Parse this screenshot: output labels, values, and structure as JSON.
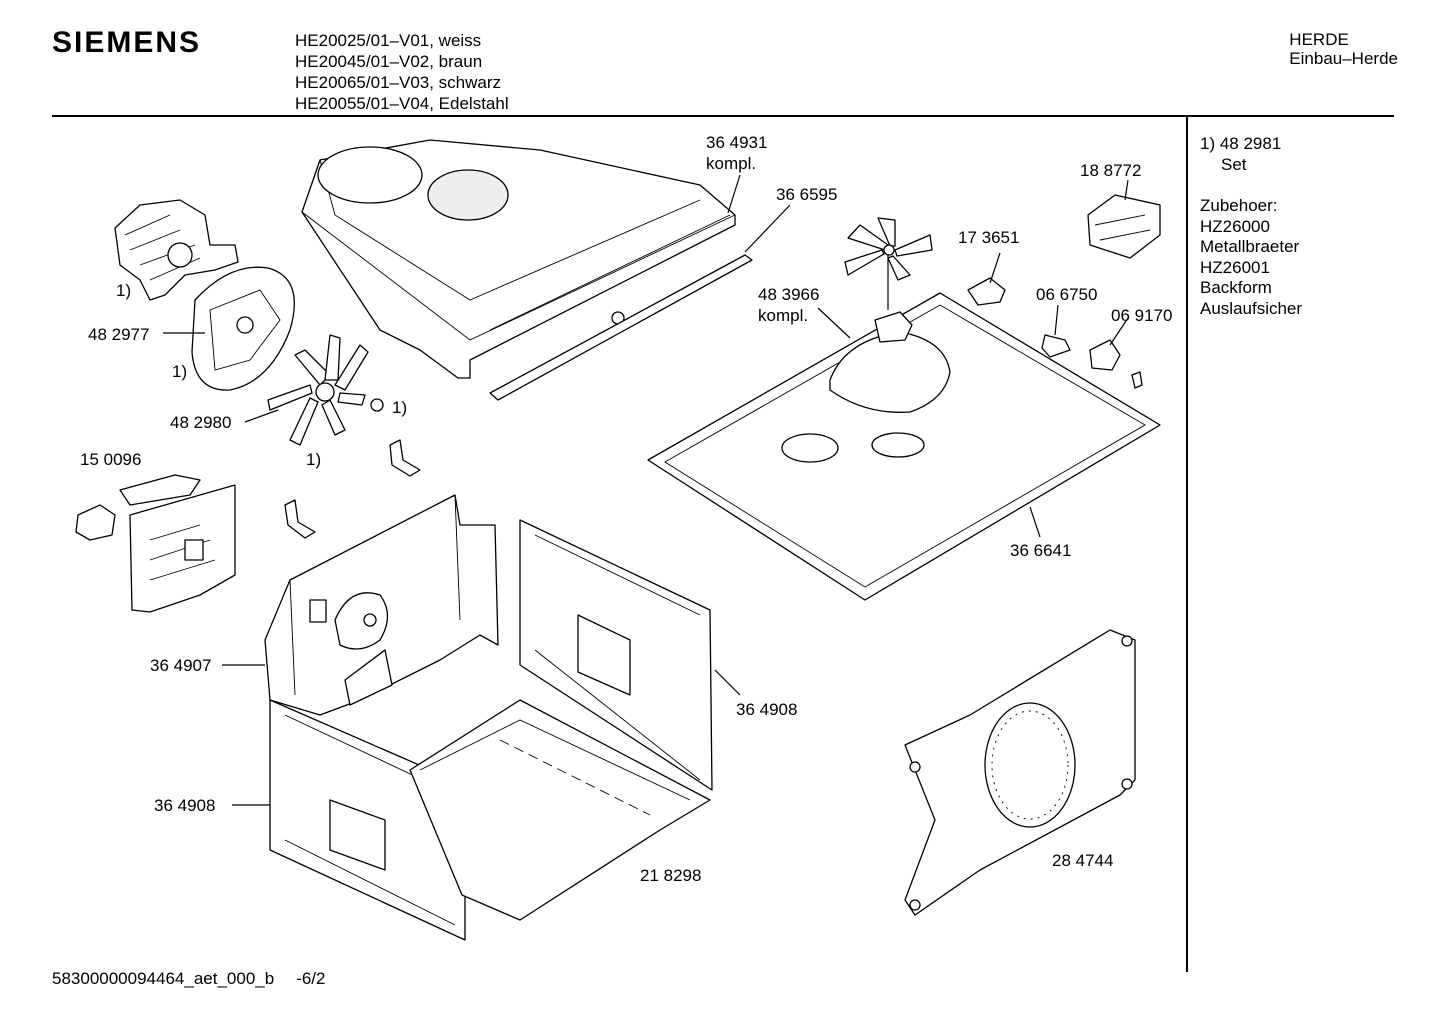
{
  "header": {
    "brand": "SIEMENS",
    "models": [
      "HE20025/01–V01, weiss",
      "HE20045/01–V02, braun",
      "HE20065/01–V03, schwarz",
      "HE20055/01–V04, Edelstahl"
    ],
    "category_line1": "HERDE",
    "category_line2": "Einbau–Herde"
  },
  "notes": {
    "set_ref": "1) 48 2981",
    "set_label": "Set",
    "accessories_title": "Zubehoer:",
    "accessories": [
      "HZ26000",
      "Metallbraeter",
      "HZ26001",
      "Backform",
      "Auslaufsicher"
    ]
  },
  "parts": {
    "p364931": "36 4931",
    "p364931_sub": "kompl.",
    "p366595": "36 6595",
    "p188772": "18 8772",
    "p173651": "17 3651",
    "p483966": "48 3966",
    "p483966_sub": "kompl.",
    "p066750": "06 6750",
    "p069170": "06 9170",
    "p482977": "48 2977",
    "p482980": "48 2980",
    "p150096": "15 0096",
    "p366641": "36 6641",
    "p364907": "36 4907",
    "p364908a": "36 4908",
    "p364908b": "36 4908",
    "p218298": "21 8298",
    "p284744": "28 4744",
    "fn1": "1)",
    "fn2": "1)",
    "fn3": "1)",
    "fn4": "1)"
  },
  "footer": {
    "doc_id": "58300000094464_aet_000_b",
    "page": "-6/2"
  }
}
